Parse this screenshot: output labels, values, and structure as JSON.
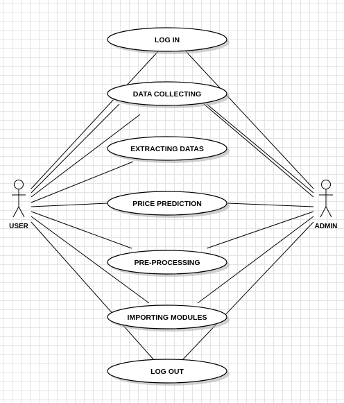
{
  "actors": {
    "user": {
      "label": "USER"
    },
    "admin": {
      "label": "ADMIN"
    }
  },
  "use_cases": {
    "login": "LOG IN",
    "data_collecting": "DATA COLLECTING",
    "extracting_datas": "EXTRACTING DATAS",
    "price_prediction": "PRICE PREDICTION",
    "pre_processing": "PRE-PROCESSING",
    "importing_modules": "IMPORTING MODULES",
    "logout": "LOG OUT"
  }
}
